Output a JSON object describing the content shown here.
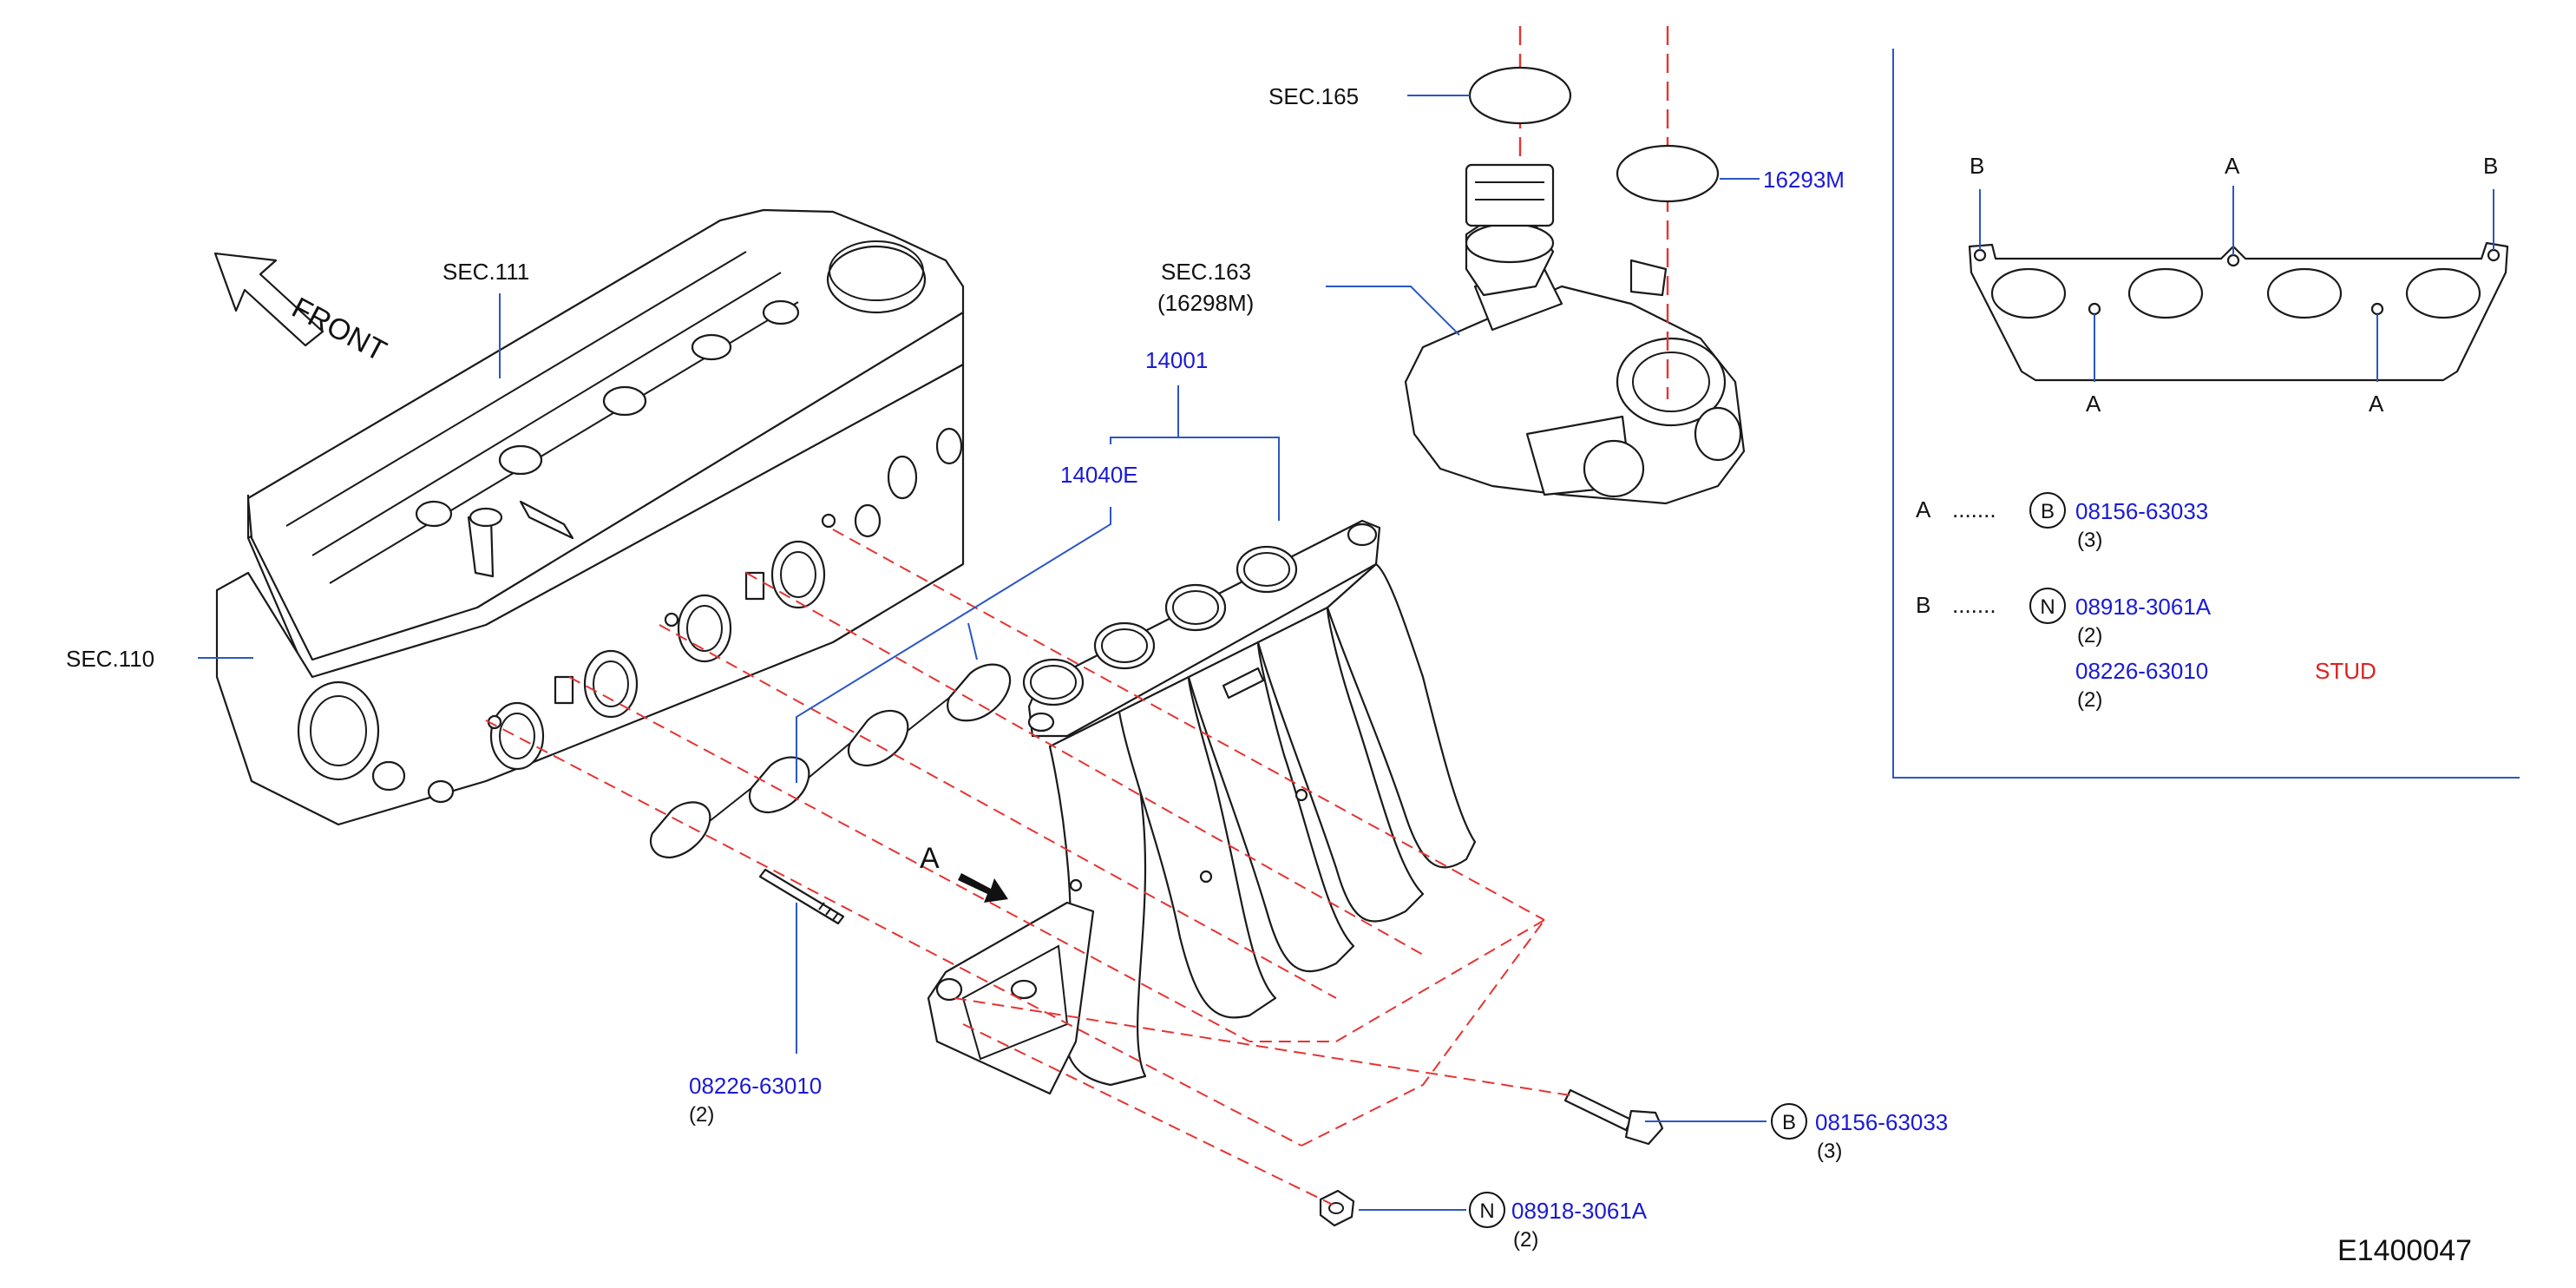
{
  "labels": {
    "sec165": "SEC.165",
    "sec163": "SEC.163",
    "sec163_sub": "(16298M)",
    "sec111": "SEC.111",
    "sec110": "SEC.110",
    "front": "FRONT",
    "view_a": "A",
    "p16293m": "16293M",
    "p14001": "14001",
    "p14040e": "14040E",
    "stud_pn": "08226-63010",
    "stud_qty": "(2)",
    "bolt_symbol": "B",
    "bolt_pn": "08156-63033",
    "bolt_qty": "(3)",
    "nut_symbol": "N",
    "nut_pn": "08918-3061A",
    "nut_qty": "(2)",
    "figure_code": "E1400047"
  },
  "inset": {
    "corner_b_left": "B",
    "corner_b_right": "B",
    "top_a": "A",
    "bottom_a_left": "A",
    "bottom_a_right": "A",
    "legend": [
      {
        "key": "A",
        "dots": ".......",
        "symbol": "B",
        "part": "08156-63033",
        "qty": "(3)"
      },
      {
        "key": "B",
        "dots": ".......",
        "symbol": "N",
        "part": "08918-3061A",
        "qty": "(2)"
      }
    ],
    "extra_part": "08226-63010",
    "extra_qty": "(2)",
    "extra_note": "STUD"
  },
  "colors": {
    "part_number": "#1a1ad6",
    "leader": "#2b56c4",
    "centerline": "#e63333",
    "note": "#e01e1e"
  }
}
